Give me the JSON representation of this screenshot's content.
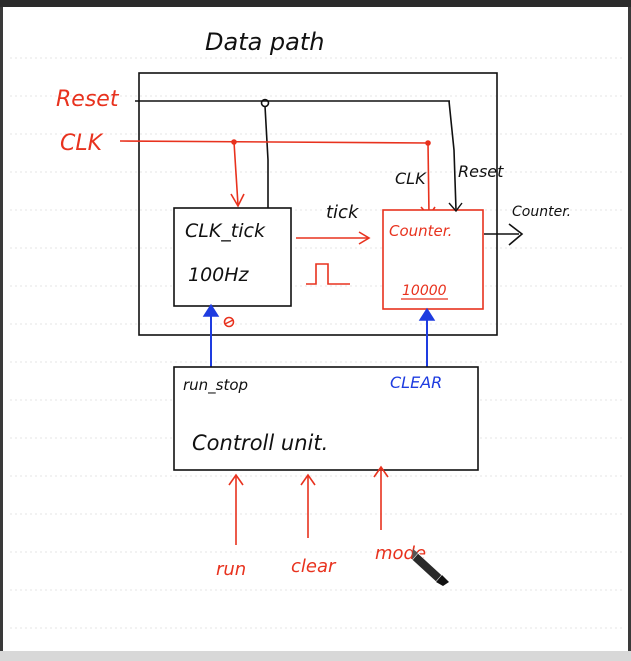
{
  "title": "Data path",
  "signals": {
    "reset": "Reset",
    "clk": "CLK"
  },
  "clk_tick_block": {
    "name": "CLK_tick",
    "freq": "100Hz"
  },
  "tick_label": "tick",
  "counter_block": {
    "name": "Counter.",
    "value": "10000",
    "clk_label": "CLK",
    "reset_label": "Reset"
  },
  "counter_output": "Counter.",
  "control_unit": {
    "name": "Controll unit.",
    "run_stop": "run_stop",
    "clear": "CLEAR"
  },
  "inputs": {
    "run": "run",
    "clear": "clear",
    "mode": "mode"
  },
  "colors": {
    "ink": "#111111",
    "red": "#e8321e",
    "blue": "#1e3ce0"
  }
}
